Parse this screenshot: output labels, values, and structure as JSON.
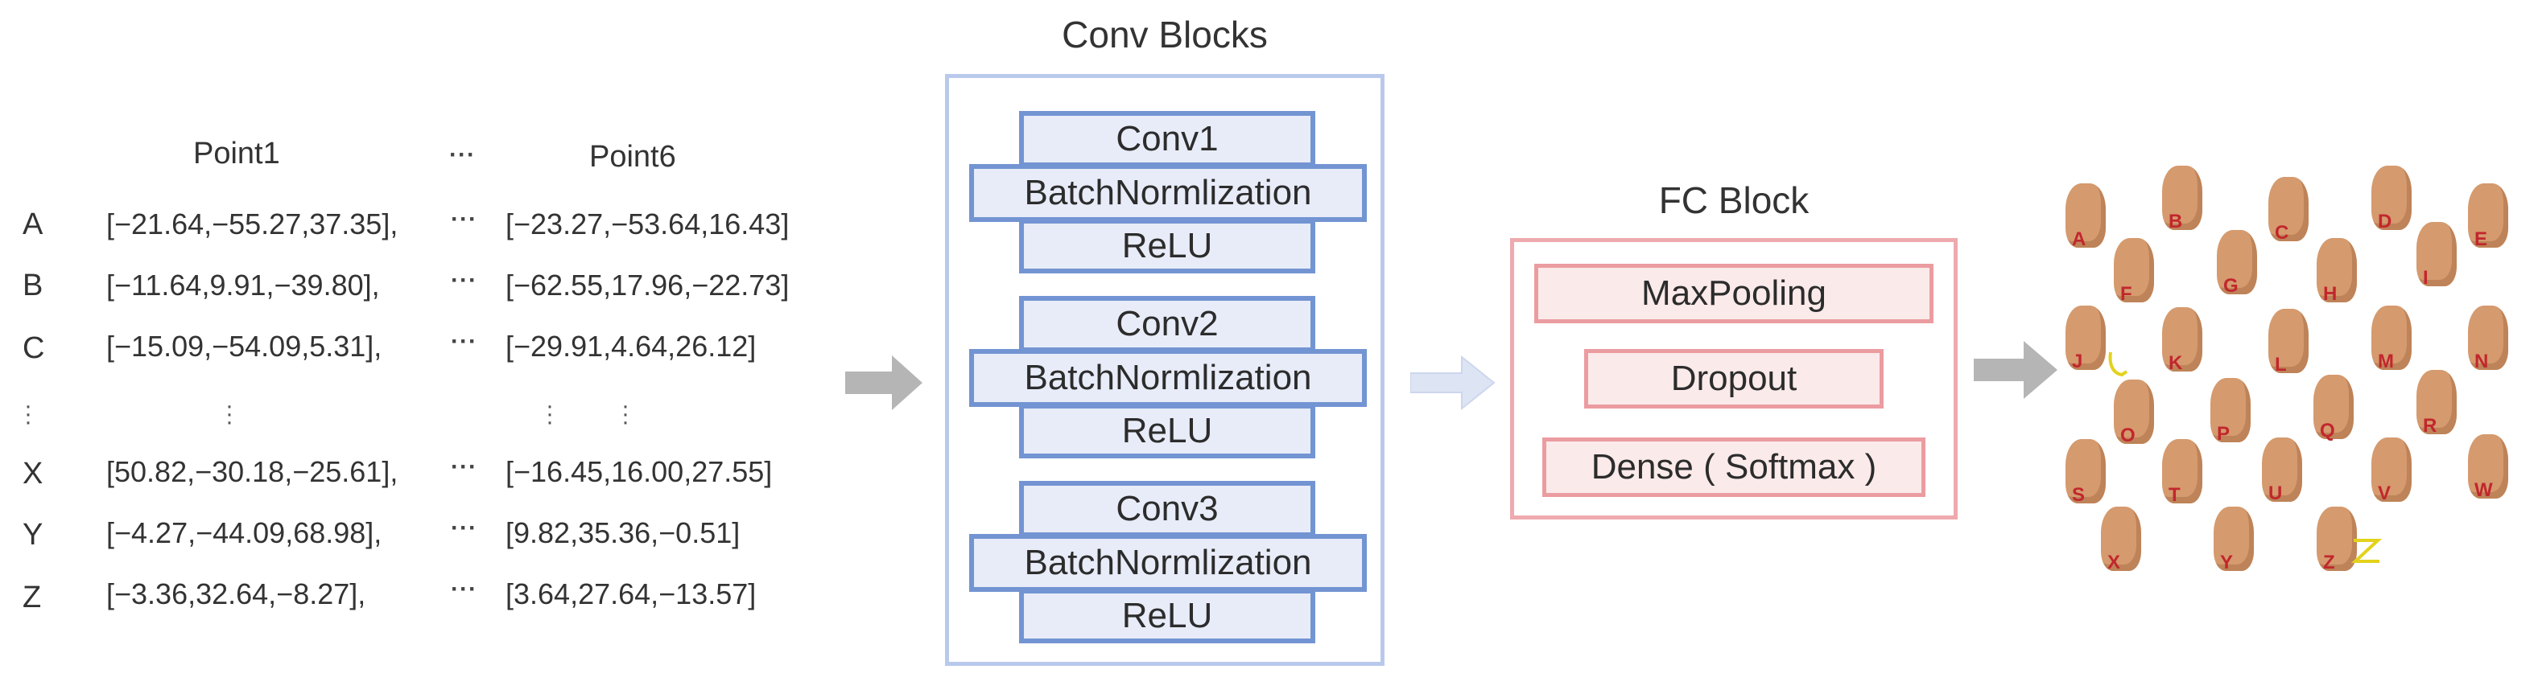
{
  "table": {
    "col_headers": [
      "Point1",
      "···",
      "Point6"
    ],
    "rows": [
      {
        "label": "A",
        "p1": "[−21.64,−55.27,37.35],",
        "sep": "···",
        "p6": "[−23.27,−53.64,16.43]"
      },
      {
        "label": "B",
        "p1": "[−11.64,9.91,−39.80],",
        "sep": "···",
        "p6": "[−62.55,17.96,−22.73]"
      },
      {
        "label": "C",
        "p1": "[−15.09,−54.09,5.31],",
        "sep": "···",
        "p6": "[−29.91,4.64,26.12]"
      },
      {
        "label": "X",
        "p1": "[50.82,−30.18,−25.61],",
        "sep": "···",
        "p6": "[−16.45,16.00,27.55]"
      },
      {
        "label": "Y",
        "p1": "[−4.27,−44.09,68.98],",
        "sep": "···",
        "p6": "[9.82,35.36,−0.51]"
      },
      {
        "label": "Z",
        "p1": "[−3.36,32.64,−8.27],",
        "sep": "···",
        "p6": "[3.64,27.64,−13.57]"
      }
    ]
  },
  "conv": {
    "title": "Conv Blocks",
    "blocks": [
      {
        "conv": "Conv1",
        "bn": "BatchNormlization",
        "act": "ReLU"
      },
      {
        "conv": "Conv2",
        "bn": "BatchNormlization",
        "act": "ReLU"
      },
      {
        "conv": "Conv3",
        "bn": "BatchNormlization",
        "act": "ReLU"
      }
    ]
  },
  "fc": {
    "title": "FC Block",
    "layers": [
      "MaxPooling",
      "Dropout",
      "Dense ( Softmax )"
    ]
  },
  "signs": [
    "A",
    "B",
    "C",
    "D",
    "E",
    "F",
    "G",
    "H",
    "I",
    "J",
    "K",
    "L",
    "M",
    "N",
    "O",
    "P",
    "Q",
    "R",
    "S",
    "T",
    "U",
    "V",
    "W",
    "X",
    "Y",
    "Z"
  ],
  "colors": {
    "conv_outer_border": "#b9c9ec",
    "conv_layer_border": "#7394d2",
    "conv_layer_fill": "#e8ecf8",
    "fc_outer_border": "#eeaaae",
    "fc_layer_border": "#eb9ca0",
    "fc_layer_fill": "#fbeaea",
    "arrow_gray": "#b5b5b5",
    "arrow_light": "#dde4f3",
    "sign_letter": "#c1272d"
  }
}
